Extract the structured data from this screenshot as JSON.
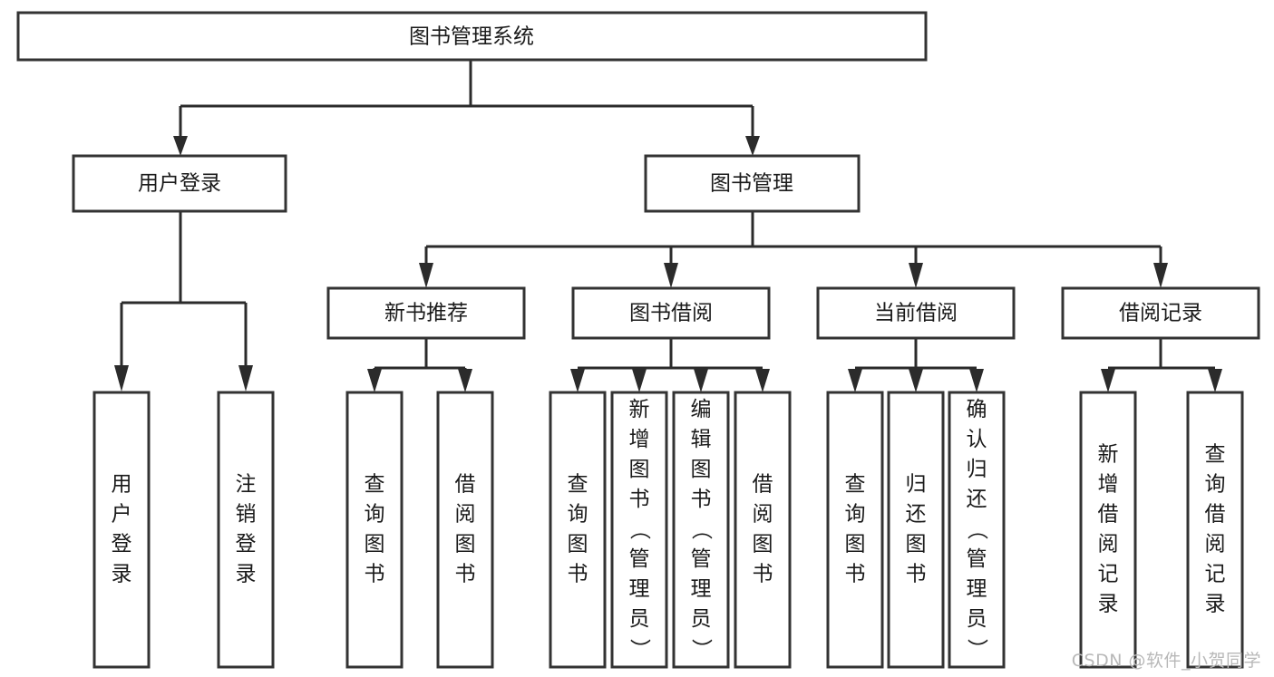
{
  "diagram": {
    "type": "hierarchy-tree",
    "root": {
      "id": "root",
      "label": "图书管理系统",
      "orientation": "horizontal"
    },
    "level2": [
      {
        "id": "user-login",
        "label": "用户登录",
        "orientation": "horizontal"
      },
      {
        "id": "book-management",
        "label": "图书管理",
        "orientation": "horizontal"
      }
    ],
    "level3": [
      {
        "id": "new-book-recommend",
        "label": "新书推荐",
        "orientation": "horizontal",
        "parent": "book-management"
      },
      {
        "id": "book-borrow",
        "label": "图书借阅",
        "orientation": "horizontal",
        "parent": "book-management"
      },
      {
        "id": "current-borrow",
        "label": "当前借阅",
        "orientation": "horizontal",
        "parent": "book-management"
      },
      {
        "id": "borrow-record",
        "label": "借阅记录",
        "orientation": "horizontal",
        "parent": "book-management"
      }
    ],
    "leaves": [
      {
        "id": "leaf-user-login",
        "label": "用户登录",
        "orientation": "vertical",
        "parent": "user-login"
      },
      {
        "id": "leaf-logout",
        "label": "注销登录",
        "orientation": "vertical",
        "parent": "user-login"
      },
      {
        "id": "leaf-query-book-1",
        "label": "查询图书",
        "orientation": "vertical",
        "parent": "new-book-recommend"
      },
      {
        "id": "leaf-borrow-book-1",
        "label": "借阅图书",
        "orientation": "vertical",
        "parent": "new-book-recommend"
      },
      {
        "id": "leaf-query-book-2",
        "label": "查询图书",
        "orientation": "vertical",
        "parent": "book-borrow"
      },
      {
        "id": "leaf-add-book",
        "label": "新增图书（管理员）",
        "orientation": "vertical",
        "parent": "book-borrow"
      },
      {
        "id": "leaf-edit-book",
        "label": "编辑图书（管理员）",
        "orientation": "vertical",
        "parent": "book-borrow"
      },
      {
        "id": "leaf-borrow-book-2",
        "label": "借阅图书",
        "orientation": "vertical",
        "parent": "book-borrow"
      },
      {
        "id": "leaf-query-book-3",
        "label": "查询图书",
        "orientation": "vertical",
        "parent": "current-borrow"
      },
      {
        "id": "leaf-return-book",
        "label": "归还图书",
        "orientation": "vertical",
        "parent": "current-borrow"
      },
      {
        "id": "leaf-confirm-return",
        "label": "确认归还（管理员）",
        "orientation": "vertical",
        "parent": "current-borrow"
      },
      {
        "id": "leaf-add-record",
        "label": "新增借阅记录",
        "orientation": "vertical",
        "parent": "borrow-record"
      },
      {
        "id": "leaf-query-record",
        "label": "查询借阅记录",
        "orientation": "vertical",
        "parent": "borrow-record"
      }
    ],
    "colors": {
      "box_stroke": "#333333",
      "box_fill": "#ffffff",
      "connector": "#2b2b2b",
      "text": "#1a1a1a",
      "background": "#ffffff",
      "watermark": "#b8b8b8"
    }
  },
  "watermark": {
    "text": "CSDN @软件_小贺同学"
  }
}
